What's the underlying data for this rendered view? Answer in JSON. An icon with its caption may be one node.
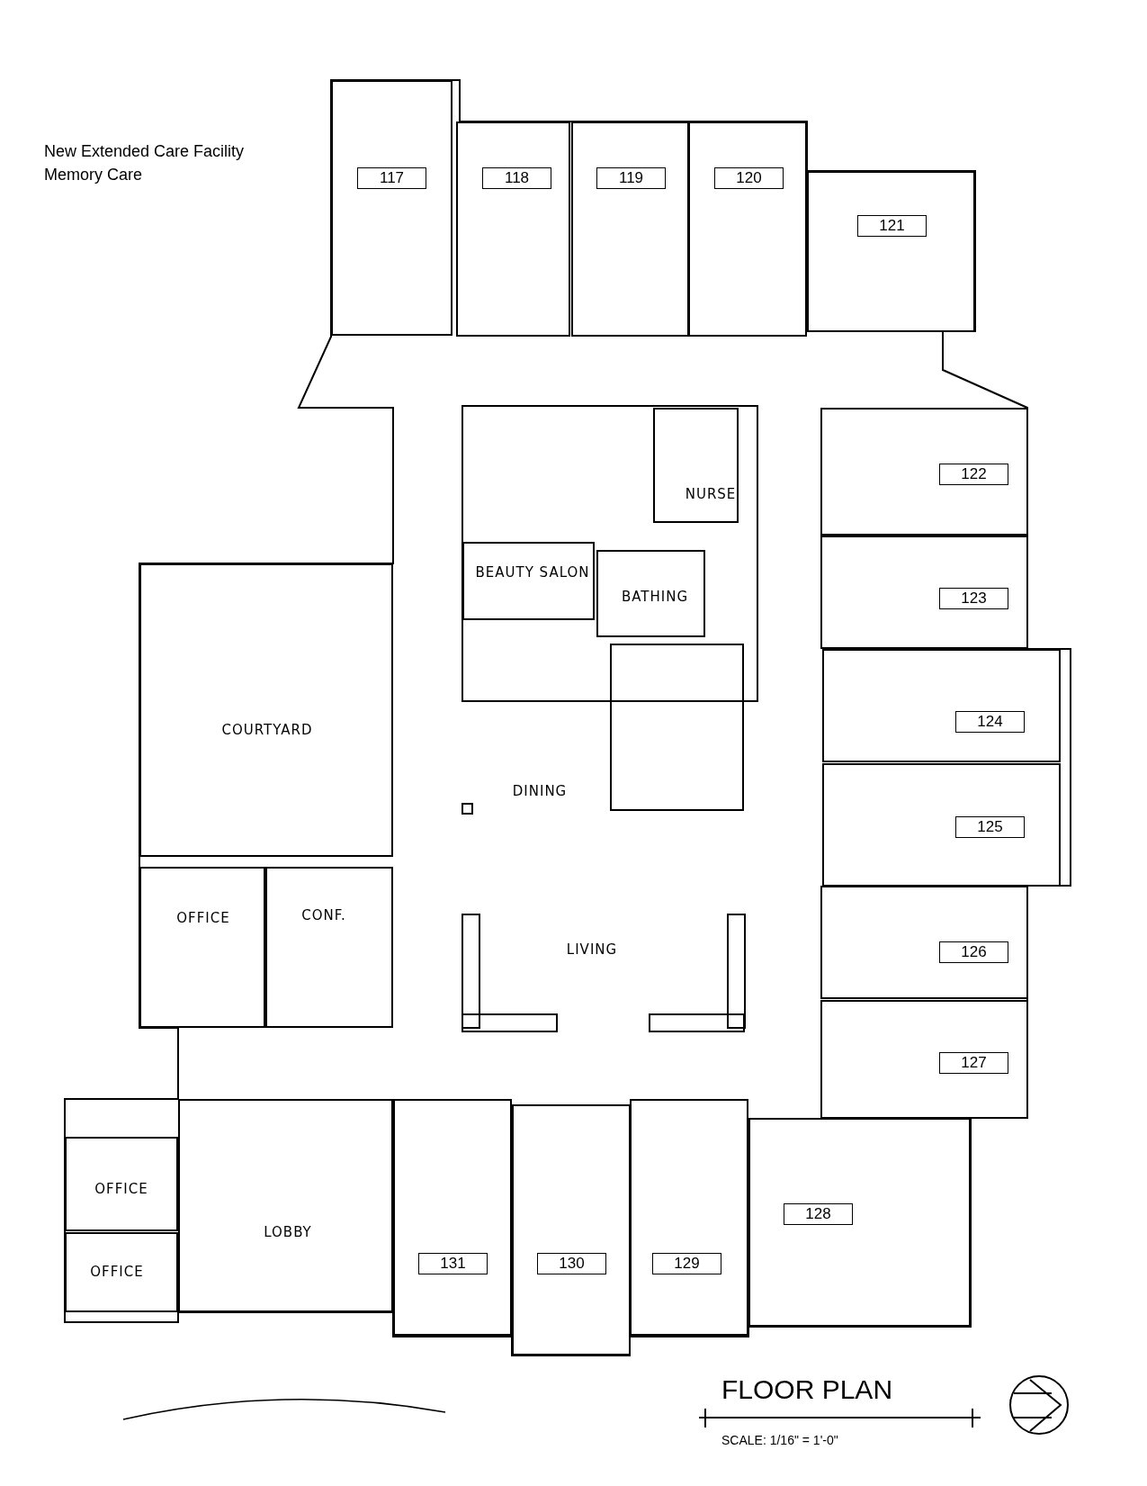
{
  "diagram": {
    "nodes": [
      {
        "text": [
          "117"
        ]
      },
      {
        "text": [
          "118"
        ]
      },
      {
        "text": [
          "119"
        ]
      },
      {
        "text": [
          "120"
        ]
      },
      {
        "text": [
          "121"
        ]
      },
      {
        "text": [
          "NURSE"
        ]
      },
      {
        "text": [
          "122"
        ]
      },
      {
        "text": [
          "BEAUTY SALON"
        ]
      },
      {
        "text": [
          "BATHING"
        ]
      },
      {
        "text": [
          "123"
        ]
      },
      {
        "text": [
          "COURTYARD"
        ]
      },
      {
        "text": [
          "124"
        ]
      },
      {
        "text": [
          "125"
        ]
      },
      {
        "text": [
          "OFFICE"
        ]
      },
      {
        "text": [
          "CONF."
        ]
      },
      {
        "text": [
          "126"
        ]
      },
      {
        "text": [
          "127"
        ]
      },
      {
        "text": [
          "OFFICE"
        ]
      },
      {
        "text": [
          "LOBBY"
        ]
      },
      {
        "text": [
          "128"
        ]
      },
      {
        "text": [
          "OFFICE"
        ]
      },
      {
        "text": [
          "131"
        ]
      },
      {
        "text": [
          "130"
        ]
      },
      {
        "text": [
          "129"
        ]
      }
    ],
    "edges": [],
    "labels": [
      "New Extended Care Facility",
      "Memory Care",
      "DINING",
      "LIVING",
      "FLOOR PLAN",
      "SCALE: 1/16\" = 1'-0\""
    ]
  }
}
